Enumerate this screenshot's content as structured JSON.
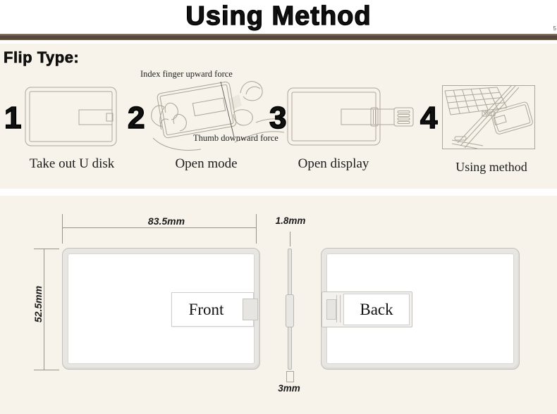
{
  "title": "Using Method",
  "page_marker": "5",
  "colors": {
    "background": "#ffffff",
    "panel": "#f7f3ea",
    "divider_bar": "#55463a",
    "line_art": "#aca69a",
    "dim_line": "#98938a"
  },
  "flip_section": {
    "heading": "Flip Type:",
    "steps": [
      {
        "num": "1",
        "caption": "Take out U disk"
      },
      {
        "num": "2",
        "caption": "Open mode"
      },
      {
        "num": "3",
        "caption": "Open display"
      },
      {
        "num": "4",
        "caption": "Using method"
      }
    ],
    "annotations": {
      "index_finger": "Index finger upward force",
      "thumb": "Thumb downward force"
    }
  },
  "dimension_section": {
    "card_width": "83.5mm",
    "card_height": "52.5mm",
    "card_thickness": "1.8mm",
    "usb_thickness": "3mm",
    "front_label": "Front",
    "back_label": "Back"
  }
}
